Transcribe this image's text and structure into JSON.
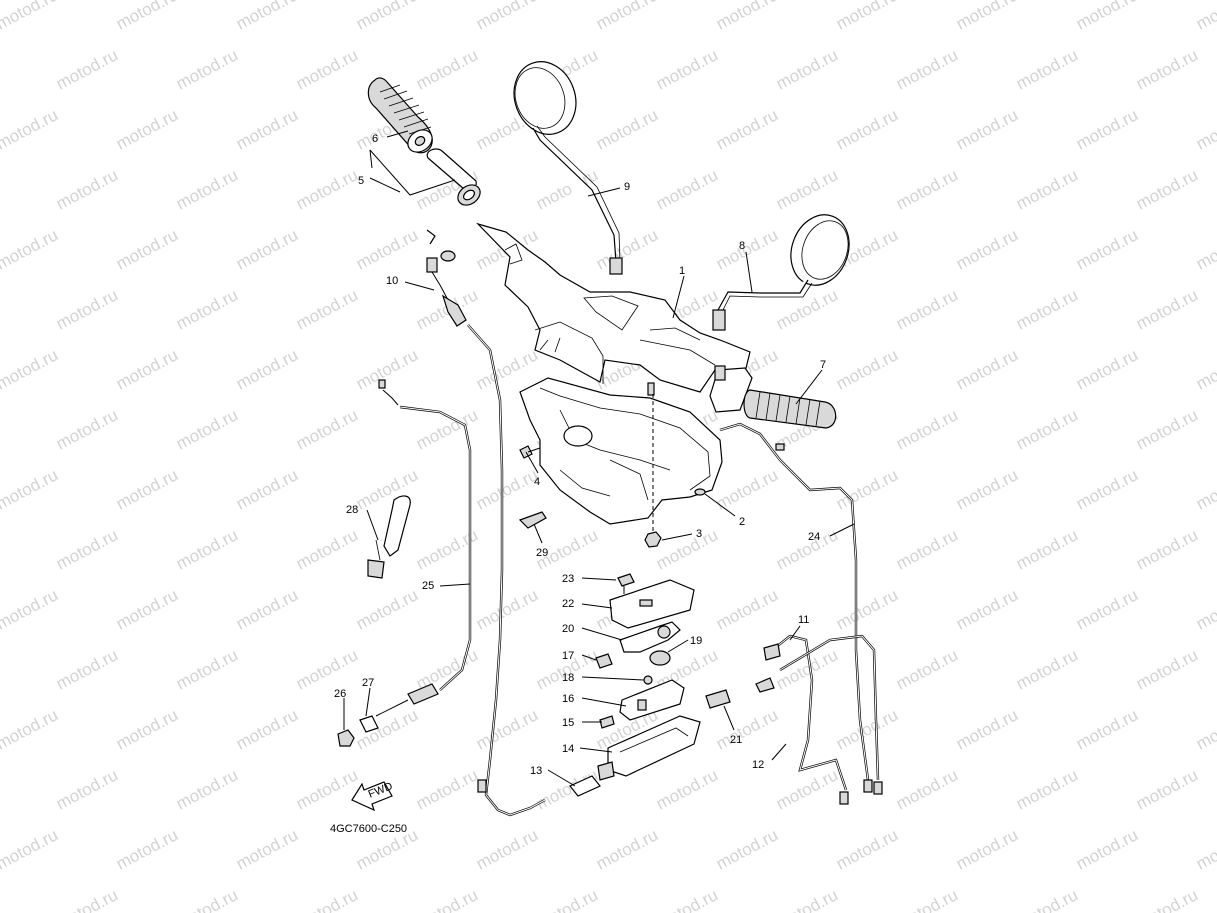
{
  "watermark": {
    "text": "motod.ru",
    "color": "#bdbdbd"
  },
  "diagram_code": "4GC7600-C250",
  "fwd_label": "FWD",
  "callouts": [
    {
      "id": "c1",
      "num": "1"
    },
    {
      "id": "c2",
      "num": "2"
    },
    {
      "id": "c3",
      "num": "3"
    },
    {
      "id": "c4",
      "num": "4"
    },
    {
      "id": "c5",
      "num": "5"
    },
    {
      "id": "c6",
      "num": "6"
    },
    {
      "id": "c7",
      "num": "7"
    },
    {
      "id": "c8",
      "num": "8"
    },
    {
      "id": "c9",
      "num": "9"
    },
    {
      "id": "c10",
      "num": "10"
    },
    {
      "id": "c11",
      "num": "11"
    },
    {
      "id": "c12",
      "num": "12"
    },
    {
      "id": "c13",
      "num": "13"
    },
    {
      "id": "c14",
      "num": "14"
    },
    {
      "id": "c15",
      "num": "15"
    },
    {
      "id": "c16",
      "num": "16"
    },
    {
      "id": "c17",
      "num": "17"
    },
    {
      "id": "c18",
      "num": "18"
    },
    {
      "id": "c19",
      "num": "19"
    },
    {
      "id": "c20",
      "num": "20"
    },
    {
      "id": "c21",
      "num": "21"
    },
    {
      "id": "c22",
      "num": "22"
    },
    {
      "id": "c23",
      "num": "23"
    },
    {
      "id": "c24",
      "num": "24"
    },
    {
      "id": "c25",
      "num": "25"
    },
    {
      "id": "c26",
      "num": "26"
    },
    {
      "id": "c27",
      "num": "27"
    },
    {
      "id": "c28",
      "num": "28"
    },
    {
      "id": "c29",
      "num": "29"
    }
  ]
}
